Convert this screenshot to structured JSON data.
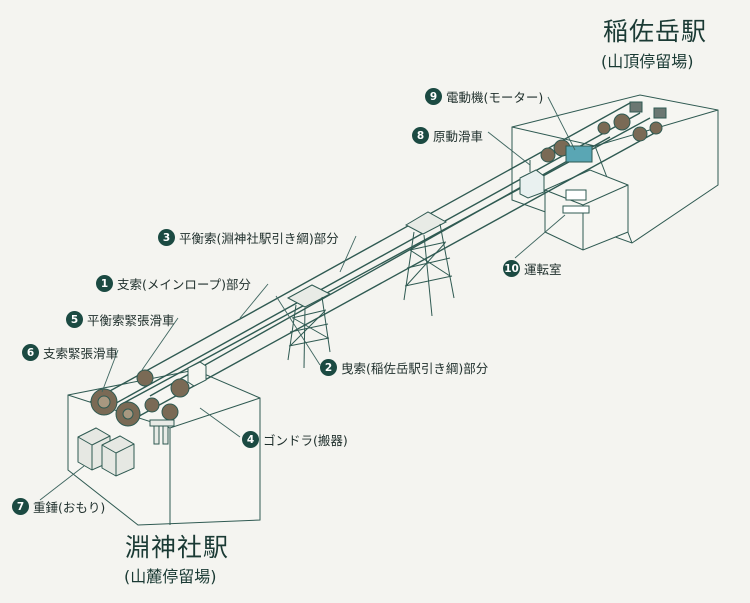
{
  "stations": {
    "top": {
      "name": "稲佐岳駅",
      "sub": "(山頂停留場)"
    },
    "bottom": {
      "name": "淵神社駅",
      "sub": "(山麓停留場)"
    }
  },
  "labels": [
    {
      "num": "1",
      "text": "支索(メインロープ)部分"
    },
    {
      "num": "2",
      "text": "曳索(稲佐岳駅引き綱)部分"
    },
    {
      "num": "3",
      "text": "平衡索(淵神社駅引き綱)部分"
    },
    {
      "num": "4",
      "text": "ゴンドラ(搬器)"
    },
    {
      "num": "5",
      "text": "平衡索緊張滑車"
    },
    {
      "num": "6",
      "text": "支索緊張滑車"
    },
    {
      "num": "7",
      "text": "重錘(おもり)"
    },
    {
      "num": "8",
      "text": "原動滑車"
    },
    {
      "num": "9",
      "text": "電動機(モーター)"
    },
    {
      "num": "10",
      "text": "運転室"
    }
  ],
  "colors": {
    "line": "#2f5a52",
    "ink": "#1b4a42",
    "motor": "#5aa6b4",
    "wheel": "#7a6a55",
    "bg": "#f4f4f0"
  }
}
